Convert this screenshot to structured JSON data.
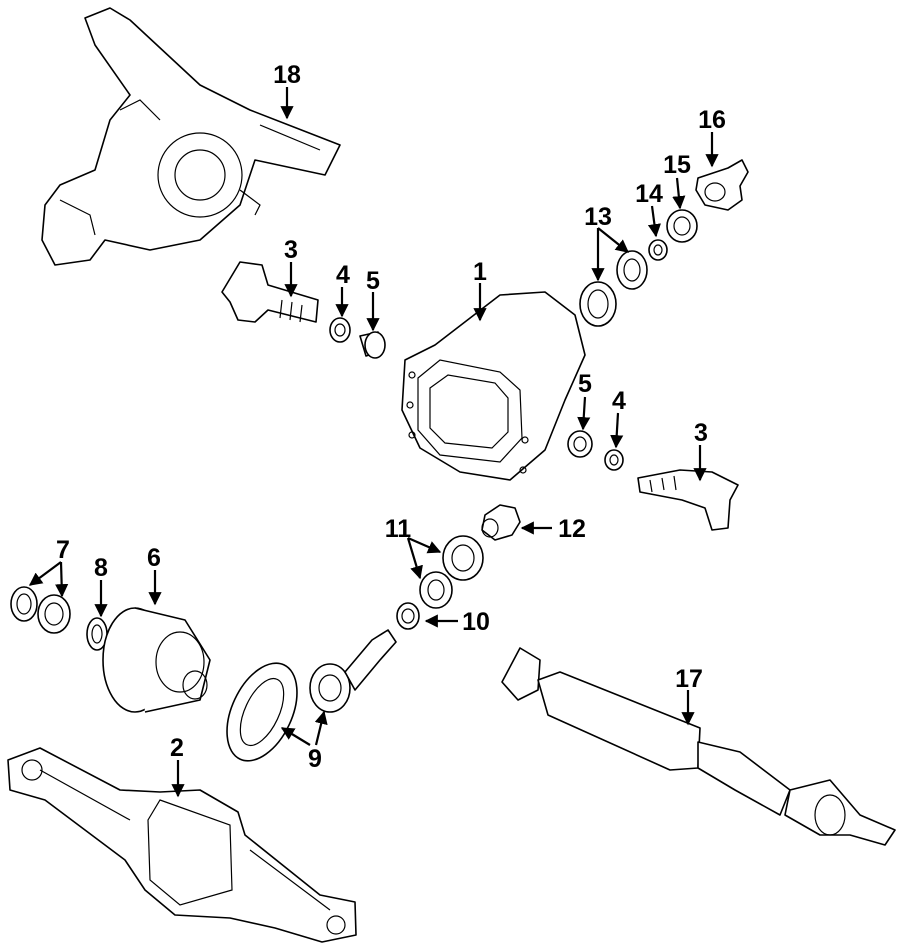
{
  "callouts": {
    "c1": "1",
    "c2": "2",
    "c3a": "3",
    "c3b": "3",
    "c4a": "4",
    "c4b": "4",
    "c5a": "5",
    "c5b": "5",
    "c6": "6",
    "c7": "7",
    "c8": "8",
    "c9": "9",
    "c10": "10",
    "c11": "11",
    "c12": "12",
    "c13": "13",
    "c14": "14",
    "c15": "15",
    "c16": "16",
    "c17": "17",
    "c18": "18"
  },
  "colors": {
    "line": "#000000",
    "background": "#ffffff"
  }
}
